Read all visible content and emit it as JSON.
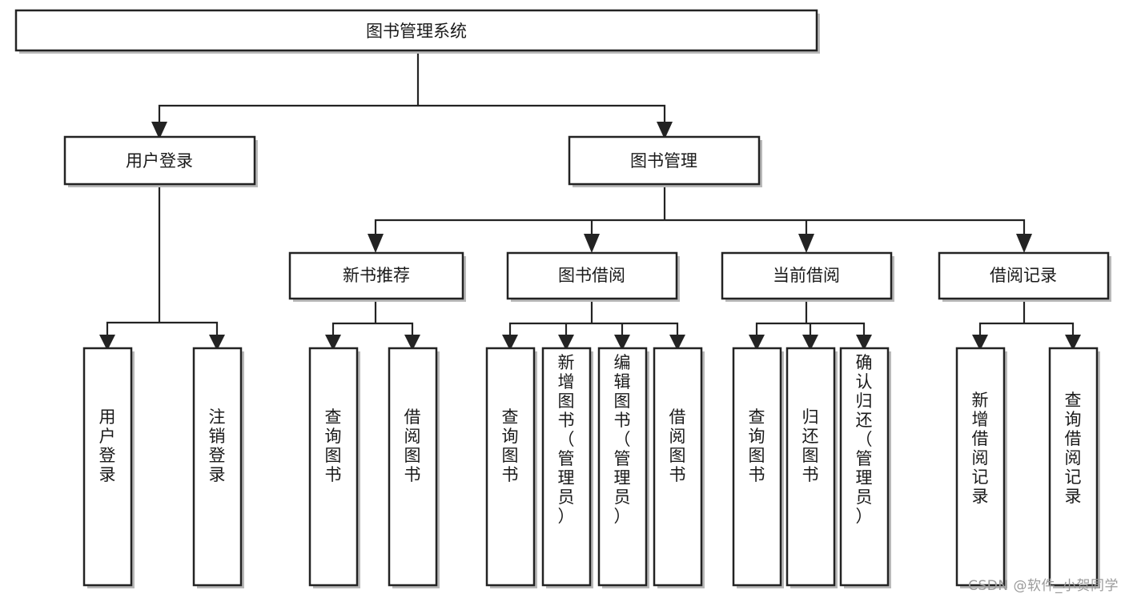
{
  "diagram": {
    "type": "tree",
    "title": "图书管理系统",
    "orientation": "top-down",
    "watermark": "CSDN @软件_小贺同学",
    "colors": {
      "background": "#ffffff",
      "node_fill": "#ffffff",
      "node_stroke": "#232323",
      "edge": "#232323",
      "text": "#1a1a1a",
      "watermark": "#9a9a9a"
    },
    "levels": {
      "level1": [
        "图书管理系统"
      ],
      "level2": [
        "用户登录",
        "图书管理"
      ],
      "level3": [
        "新书推荐",
        "图书借阅",
        "当前借阅",
        "借阅记录"
      ],
      "level4": [
        "用户登录",
        "注销登录",
        "查询图书",
        "借阅图书",
        "查询图书",
        "新增图书（管理员）",
        "编辑图书（管理员）",
        "借阅图书",
        "查询图书",
        "归还图书",
        "确认归还（管理员）",
        "新增借阅记录",
        "查询借阅记录"
      ]
    },
    "nodes": {
      "root": {
        "label": "图书管理系统"
      },
      "user_login": {
        "label": "用户登录"
      },
      "book_manage": {
        "label": "图书管理"
      },
      "new_book_rec": {
        "label": "新书推荐"
      },
      "book_borrow": {
        "label": "图书借阅"
      },
      "current_borrow": {
        "label": "当前借阅"
      },
      "borrow_record": {
        "label": "借阅记录"
      },
      "leaf_user_login": {
        "label": "用户登录"
      },
      "leaf_user_logout": {
        "label": "注销登录"
      },
      "leaf_rec_query": {
        "label": "查询图书"
      },
      "leaf_rec_borrow": {
        "label": "借阅图书"
      },
      "leaf_borrow_query": {
        "label": "查询图书"
      },
      "leaf_borrow_add": {
        "label": "新增图书（管理员）"
      },
      "leaf_borrow_edit": {
        "label": "编辑图书（管理员）"
      },
      "leaf_borrow_do": {
        "label": "借阅图书"
      },
      "leaf_cur_query": {
        "label": "查询图书"
      },
      "leaf_cur_return": {
        "label": "归还图书"
      },
      "leaf_cur_confirm": {
        "label": "确认归还（管理员）"
      },
      "leaf_rec_add": {
        "label": "新增借阅记录"
      },
      "leaf_rec_search": {
        "label": "查询借阅记录"
      }
    },
    "edges": [
      {
        "from": "图书管理系统",
        "to": "用户登录"
      },
      {
        "from": "图书管理系统",
        "to": "图书管理"
      },
      {
        "from": "用户登录",
        "to": "用户登录"
      },
      {
        "from": "用户登录",
        "to": "注销登录"
      },
      {
        "from": "图书管理",
        "to": "新书推荐"
      },
      {
        "from": "图书管理",
        "to": "图书借阅"
      },
      {
        "from": "图书管理",
        "to": "当前借阅"
      },
      {
        "from": "图书管理",
        "to": "借阅记录"
      },
      {
        "from": "新书推荐",
        "to": "查询图书"
      },
      {
        "from": "新书推荐",
        "to": "借阅图书"
      },
      {
        "from": "图书借阅",
        "to": "查询图书"
      },
      {
        "from": "图书借阅",
        "to": "新增图书（管理员）"
      },
      {
        "from": "图书借阅",
        "to": "编辑图书（管理员）"
      },
      {
        "from": "图书借阅",
        "to": "借阅图书"
      },
      {
        "from": "当前借阅",
        "to": "查询图书"
      },
      {
        "from": "当前借阅",
        "to": "归还图书"
      },
      {
        "from": "当前借阅",
        "to": "确认归还（管理员）"
      },
      {
        "from": "借阅记录",
        "to": "新增借阅记录"
      },
      {
        "from": "借阅记录",
        "to": "查询借阅记录"
      }
    ]
  }
}
